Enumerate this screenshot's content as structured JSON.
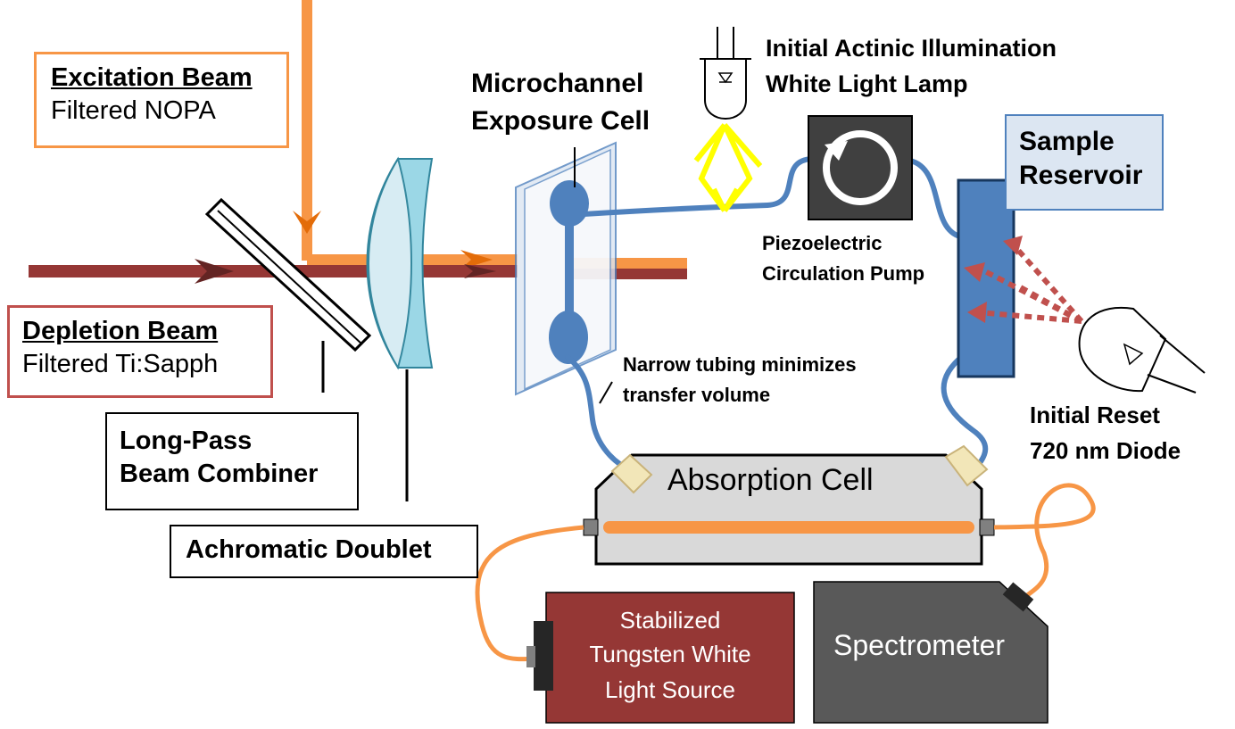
{
  "labels": {
    "excitation_title": "Excitation Beam",
    "excitation_sub": "Filtered NOPA",
    "depletion_title": "Depletion Beam",
    "depletion_sub": "Filtered Ti:Sapph",
    "long_pass_1": "Long-Pass",
    "long_pass_2": "Beam Combiner",
    "achromatic": "Achromatic Doublet",
    "microchannel_1": "Microchannel",
    "microchannel_2": "Exposure Cell",
    "actinic_1": "Initial Actinic Illumination",
    "actinic_2": "White Light Lamp",
    "pump_1": "Piezoelectric",
    "pump_2": "Circulation Pump",
    "reservoir_1": "Sample",
    "reservoir_2": "Reservoir",
    "reset_1": "Initial Reset",
    "reset_2": "720 nm Diode",
    "tubing_1": "Narrow tubing minimizes",
    "tubing_2": "transfer volume",
    "absorption": "Absorption Cell",
    "source_1": "Stabilized",
    "source_2": "Tungsten White",
    "source_3": "Light Source",
    "spectrometer": "Spectrometer"
  },
  "colors": {
    "excitation": "#f79646",
    "depletion": "#953735",
    "tubing": "#4f81bd",
    "lamp_rays": "#ffff00",
    "source_fill": "#953735",
    "spectrometer_fill": "#595959",
    "reservoir_label_bg": "#dce6f2"
  }
}
